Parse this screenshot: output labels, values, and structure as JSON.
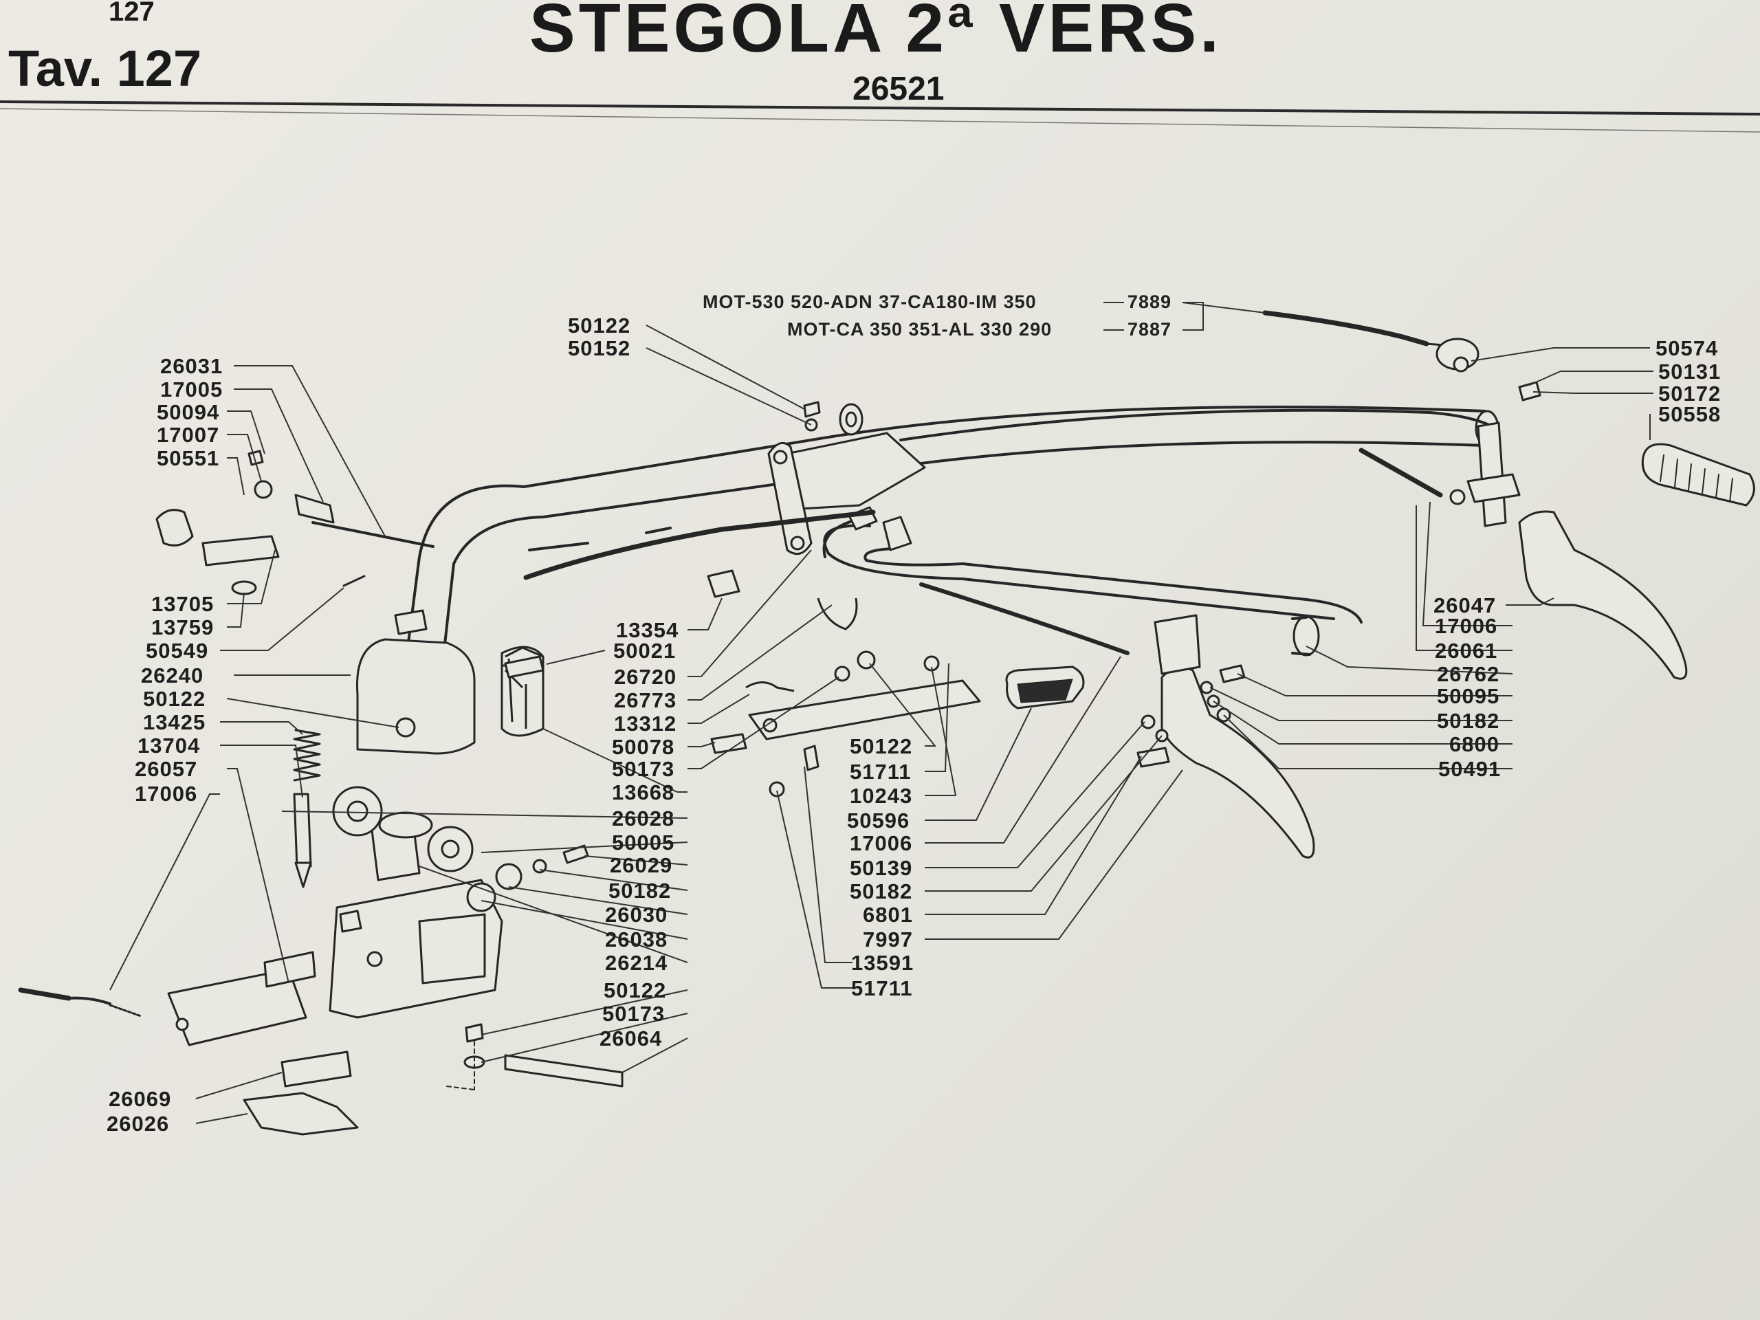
{
  "header": {
    "page_number": "127",
    "table_label": "Tav. 127",
    "title": "STEGOLA 2ª VERS.",
    "code": "26521"
  },
  "cable_notes": [
    {
      "models": "MOT-530 520-ADN 37-CA180-IM 350",
      "code": "7889"
    },
    {
      "models": "MOT-CA 350 351-AL 330 290",
      "code": "7887"
    }
  ],
  "callouts_left": [
    "26031",
    "17005",
    "50094",
    "17007",
    "50551",
    "13705",
    "13759",
    "50549",
    "26240",
    "50122",
    "13425",
    "13704",
    "26057",
    "17006",
    "26069",
    "26026"
  ],
  "callouts_top": [
    "50122",
    "50152"
  ],
  "callouts_center": [
    "13354",
    "50021",
    "26720",
    "26773",
    "13312",
    "50078",
    "50173",
    "13668",
    "26028",
    "50005",
    "26029",
    "50182",
    "26030",
    "26038",
    "26214",
    "50122",
    "50173",
    "26064"
  ],
  "callouts_mid": [
    "50122",
    "51711",
    "10243",
    "50596",
    "17006",
    "50139",
    "50182",
    "6801",
    "7997",
    "13591",
    "51711"
  ],
  "callouts_right_top": [
    "50574",
    "50131",
    "50172",
    "50558"
  ],
  "callouts_right": [
    "26047",
    "17006",
    "26061",
    "26762",
    "50095",
    "50182",
    "6800",
    "50491"
  ]
}
